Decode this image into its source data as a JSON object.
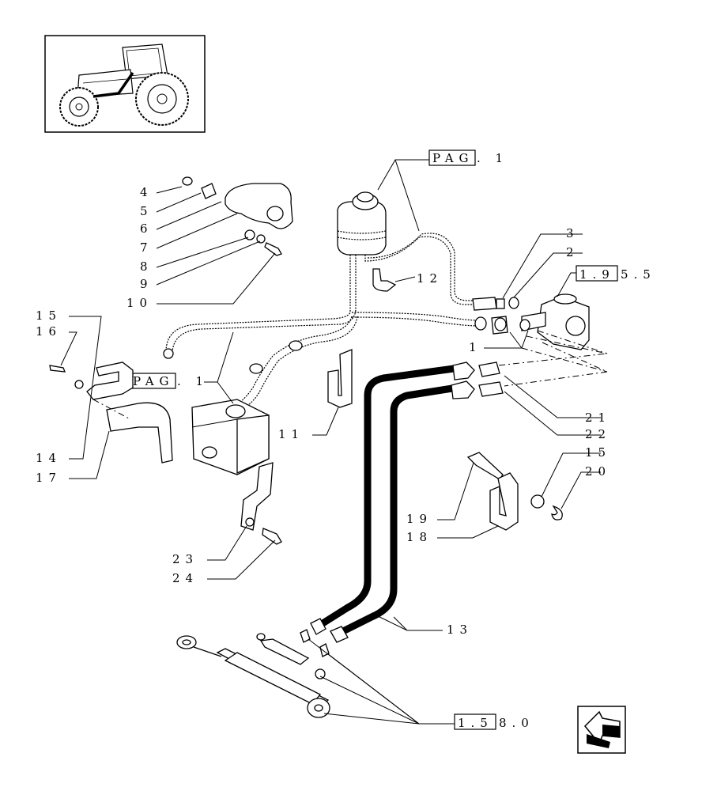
{
  "callouts": {
    "c4": "4",
    "c5": "5",
    "c6": "6",
    "c7": "7",
    "c8": "8",
    "c9": "9",
    "c10": "10",
    "c15a": "15",
    "c16": "16",
    "c14": "14",
    "c17": "17",
    "c3": "3",
    "c2": "2",
    "c1": "1",
    "c12": "12",
    "c11": "11",
    "c21": "21",
    "c22": "22",
    "c15b": "15",
    "c20": "20",
    "c19": "19",
    "c18": "18",
    "c23": "23",
    "c24": "24",
    "c13": "13"
  },
  "references": {
    "pag_top_box": "PAG",
    "pag_top_rest": ". 1",
    "pag_mid_box": "PAG",
    "pag_mid_rest": ". 1",
    "ref_195_box": "1.9",
    "ref_195_rest": "5.5",
    "ref_158_box": "1.5",
    "ref_158_rest": "8.0"
  },
  "icons": {
    "thumbnail": "tractor-thumbnail-icon",
    "nav": "back-arrow-icon"
  }
}
